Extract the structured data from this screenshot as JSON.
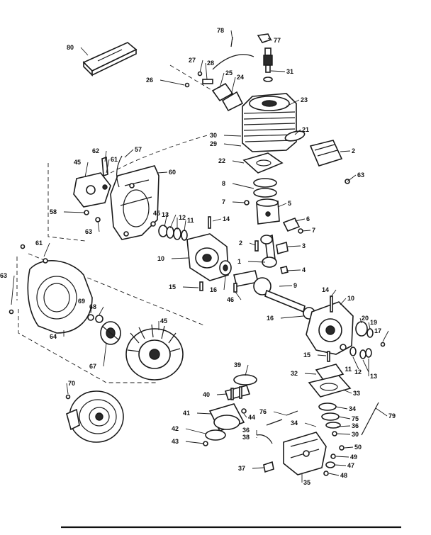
{
  "diagram": {
    "callouts": [
      {
        "id": "c80",
        "label": "80"
      },
      {
        "id": "c78",
        "label": "78"
      },
      {
        "id": "c77",
        "label": "77"
      },
      {
        "id": "c27",
        "label": "27"
      },
      {
        "id": "c28",
        "label": "28"
      },
      {
        "id": "c25",
        "label": "25"
      },
      {
        "id": "c24",
        "label": "24"
      },
      {
        "id": "c26",
        "label": "26"
      },
      {
        "id": "c31",
        "label": "31"
      },
      {
        "id": "c23",
        "label": "23"
      },
      {
        "id": "c30a",
        "label": "30"
      },
      {
        "id": "c29",
        "label": "29"
      },
      {
        "id": "c21",
        "label": "21"
      },
      {
        "id": "c2",
        "label": "2"
      },
      {
        "id": "c22",
        "label": "22"
      },
      {
        "id": "c63a",
        "label": "63"
      },
      {
        "id": "c62",
        "label": "62"
      },
      {
        "id": "c57",
        "label": "57"
      },
      {
        "id": "c45a",
        "label": "45"
      },
      {
        "id": "c61a",
        "label": "61"
      },
      {
        "id": "c60a",
        "label": "60"
      },
      {
        "id": "c8",
        "label": "8"
      },
      {
        "id": "c7a",
        "label": "7"
      },
      {
        "id": "c5",
        "label": "5"
      },
      {
        "id": "c58",
        "label": "58"
      },
      {
        "id": "c63b",
        "label": "63"
      },
      {
        "id": "c45b",
        "label": "45"
      },
      {
        "id": "c13a",
        "label": "13"
      },
      {
        "id": "c12a",
        "label": "12"
      },
      {
        "id": "c11a",
        "label": "11"
      },
      {
        "id": "c14a",
        "label": "14"
      },
      {
        "id": "c6",
        "label": "6"
      },
      {
        "id": "c7b",
        "label": "7"
      },
      {
        "id": "c61b",
        "label": "61"
      },
      {
        "id": "c2b",
        "label": "2"
      },
      {
        "id": "c3",
        "label": "3"
      },
      {
        "id": "c10a",
        "label": "10"
      },
      {
        "id": "c1",
        "label": "1"
      },
      {
        "id": "c4",
        "label": "4"
      },
      {
        "id": "c63c",
        "label": "63"
      },
      {
        "id": "c15a",
        "label": "15"
      },
      {
        "id": "c16a",
        "label": "16"
      },
      {
        "id": "c46",
        "label": "46"
      },
      {
        "id": "c9",
        "label": "9"
      },
      {
        "id": "c14b",
        "label": "14"
      },
      {
        "id": "c10b",
        "label": "10"
      },
      {
        "id": "c69",
        "label": "69"
      },
      {
        "id": "c68",
        "label": "68"
      },
      {
        "id": "c16b",
        "label": "16"
      },
      {
        "id": "c64",
        "label": "64"
      },
      {
        "id": "c45c",
        "label": "45"
      },
      {
        "id": "c20",
        "label": "20"
      },
      {
        "id": "c19",
        "label": "19"
      },
      {
        "id": "c17",
        "label": "17"
      },
      {
        "id": "c15b",
        "label": "15"
      },
      {
        "id": "c11b",
        "label": "11"
      },
      {
        "id": "c12b",
        "label": "12"
      },
      {
        "id": "c13b",
        "label": "13"
      },
      {
        "id": "c67",
        "label": "67"
      },
      {
        "id": "c39",
        "label": "39"
      },
      {
        "id": "c32",
        "label": "32"
      },
      {
        "id": "c70",
        "label": "70"
      },
      {
        "id": "c40",
        "label": "40"
      },
      {
        "id": "c33",
        "label": "33"
      },
      {
        "id": "c41",
        "label": "41"
      },
      {
        "id": "c44",
        "label": "44"
      },
      {
        "id": "c34a",
        "label": "34"
      },
      {
        "id": "c76",
        "label": "76"
      },
      {
        "id": "c75",
        "label": "75"
      },
      {
        "id": "c79",
        "label": "79"
      },
      {
        "id": "c34b",
        "label": "34"
      },
      {
        "id": "c36a",
        "label": "36"
      },
      {
        "id": "c30b",
        "label": "30"
      },
      {
        "id": "c42",
        "label": "42"
      },
      {
        "id": "c36b",
        "label": "36"
      },
      {
        "id": "c38",
        "label": "38"
      },
      {
        "id": "c43",
        "label": "43"
      },
      {
        "id": "c50",
        "label": "50"
      },
      {
        "id": "c49",
        "label": "49"
      },
      {
        "id": "c37",
        "label": "37"
      },
      {
        "id": "c47",
        "label": "47"
      },
      {
        "id": "c35",
        "label": "35"
      },
      {
        "id": "c48",
        "label": "48"
      }
    ]
  }
}
